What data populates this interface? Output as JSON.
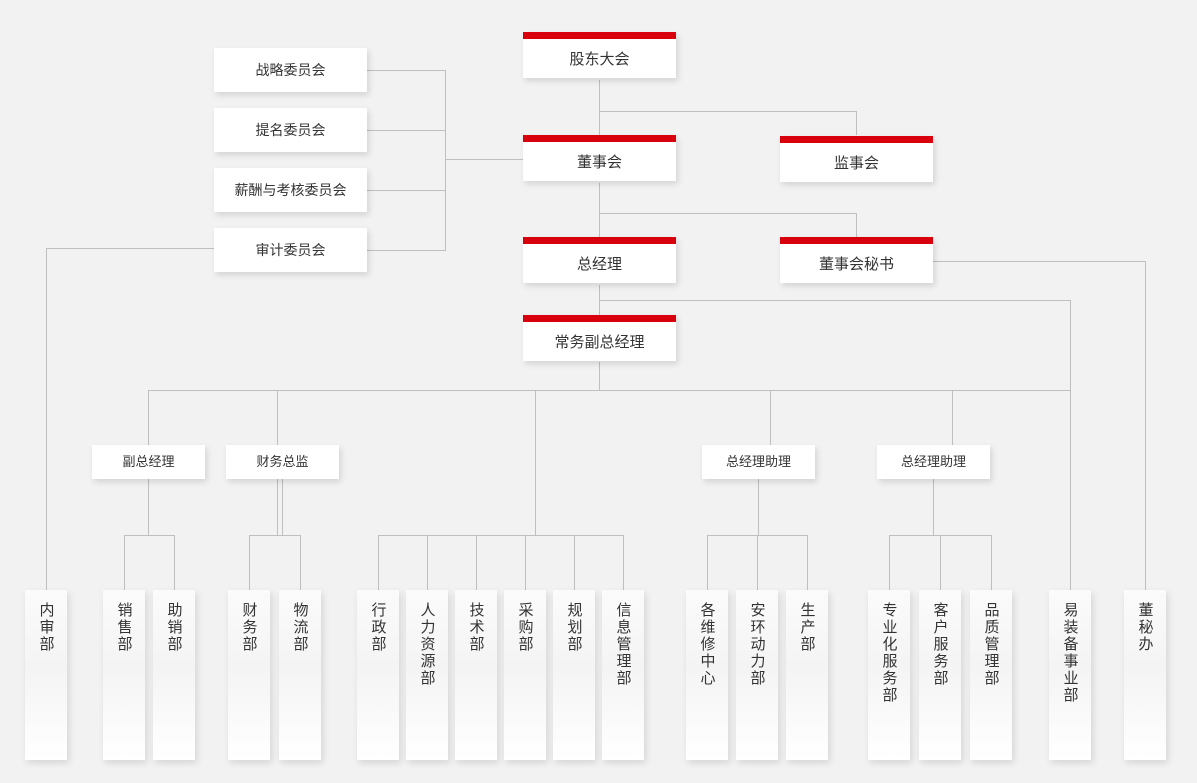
{
  "colors": {
    "background": "#f2f2f2",
    "accent_red": "#d9000d",
    "line": "#bfbfbf",
    "box_fill": "#ffffff",
    "text": "#333333"
  },
  "chart_data": {
    "type": "diagram",
    "title": "",
    "nodes": {
      "shareholders_meeting": "股东大会",
      "board_of_directors": "董事会",
      "supervisory_board": "监事会",
      "general_manager": "总经理",
      "board_secretary": "董事会秘书",
      "executive_deputy_gm": "常务副总经理",
      "deputy_gm": "副总经理",
      "cfo": "财务总监",
      "gm_assistant_1": "总经理助理",
      "gm_assistant_2": "总经理助理"
    },
    "committees": [
      {
        "label": "战略委员会"
      },
      {
        "label": "提名委员会"
      },
      {
        "label": "薪酬与考核委员会"
      },
      {
        "label": "审计委员会"
      }
    ],
    "departments": [
      {
        "label": "内审部"
      },
      {
        "label": "销售部"
      },
      {
        "label": "助销部"
      },
      {
        "label": "财务部"
      },
      {
        "label": "物流部"
      },
      {
        "label": "行政部"
      },
      {
        "label": "人力资源部"
      },
      {
        "label": "技术部"
      },
      {
        "label": "采购部"
      },
      {
        "label": "规划部"
      },
      {
        "label": "信息管理部"
      },
      {
        "label": "各维修中心"
      },
      {
        "label": "安环动力部"
      },
      {
        "label": "生产部"
      },
      {
        "label": "专业化服务部"
      },
      {
        "label": "客户服务部"
      },
      {
        "label": "品质管理部"
      },
      {
        "label": "易装备事业部"
      },
      {
        "label": "董秘办"
      }
    ]
  }
}
